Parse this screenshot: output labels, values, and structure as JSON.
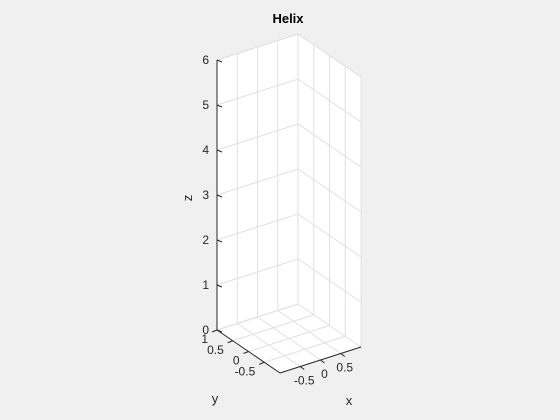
{
  "chart_data": {
    "type": "line",
    "title": "Helix",
    "xlabel": "x",
    "ylabel": "y",
    "zlabel": "z",
    "xlim": [
      -1,
      1
    ],
    "ylim": [
      -1,
      1
    ],
    "zlim": [
      0,
      6
    ],
    "xticks": [
      -0.5,
      0,
      0.5
    ],
    "xtick_labels": [
      "-0.5",
      "0",
      "0.5"
    ],
    "yticks": [
      -0.5,
      0,
      0.5,
      1
    ],
    "ytick_labels": [
      "-0.5",
      "0",
      "0.5",
      "1"
    ],
    "zticks": [
      0,
      1,
      2,
      3,
      4,
      5,
      6
    ],
    "ztick_labels": [
      "0",
      "1",
      "2",
      "3",
      "4",
      "5",
      "6"
    ],
    "grid": true,
    "series": []
  },
  "colors": {
    "figure_background": "#f0f0f0",
    "axes_background": "#ffffff",
    "grid": "#e0e0e0",
    "axis_line": "#262626"
  }
}
